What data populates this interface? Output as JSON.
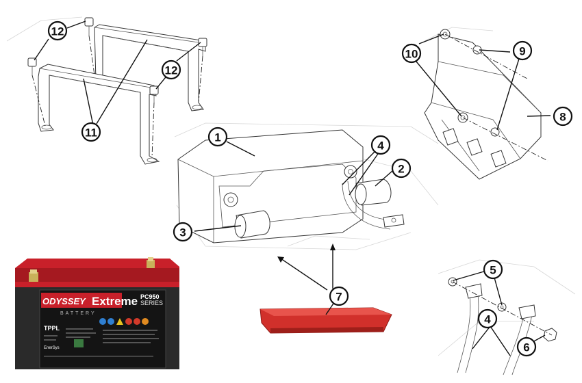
{
  "callouts": {
    "c1": "1",
    "c2": "2",
    "c3": "3",
    "c4a": "4",
    "c4b": "4",
    "c5": "5",
    "c6": "6",
    "c7": "7",
    "c8": "8",
    "c9": "9",
    "c10": "10",
    "c11": "11",
    "c12a": "12",
    "c12b": "12"
  },
  "battery_label": {
    "brand": "ODYSSEY",
    "product": "Extreme",
    "series": "SERIES",
    "subtitle": "BATTERY",
    "model": "PC950",
    "tech": "TPPL",
    "made_by": "EnerSys"
  },
  "colors": {
    "battery_red": "#c8202a",
    "battery_body": "#2a2a2a",
    "label_black": "#141414",
    "tray_red": "#d1302b"
  }
}
